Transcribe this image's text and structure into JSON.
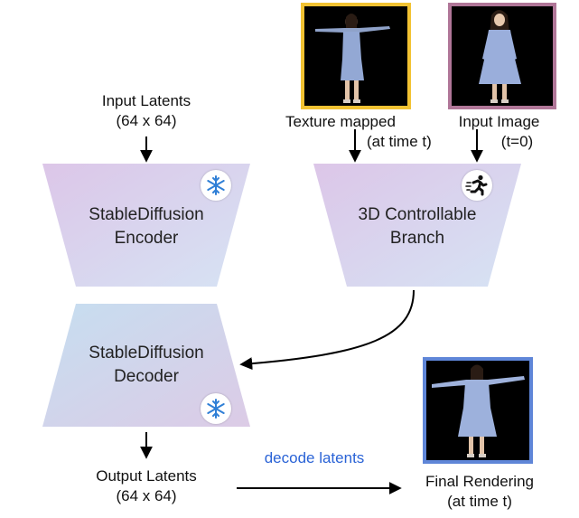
{
  "input_latents": {
    "line1": "Input Latents",
    "line2": "(64 x 64)"
  },
  "encoder": {
    "line1": "StableDiffusion",
    "line2": "Encoder",
    "badge_icon": "snowflake-icon"
  },
  "branch": {
    "line1": "3D Controllable",
    "line2": "Branch",
    "badge_icon": "running-person-icon"
  },
  "decoder": {
    "line1": "StableDiffusion",
    "line2": "Decoder",
    "badge_icon": "snowflake-icon"
  },
  "texture": {
    "line1": "Texture mapped",
    "line2": "(at time t)"
  },
  "input_image": {
    "line1": "Input Image",
    "line2": "(t=0)"
  },
  "output_latents": {
    "line1": "Output Latents",
    "line2": "(64 x 64)"
  },
  "decode_label": "decode latents",
  "final": {
    "line1": "Final Rendering",
    "line2": "(at time t)"
  },
  "colors": {
    "texture_frame": "#f2c232",
    "input_frame": "#b07698",
    "final_frame": "#5f86d8",
    "snowflake": "#2f7fd6",
    "decode_text": "#2a63d6"
  }
}
